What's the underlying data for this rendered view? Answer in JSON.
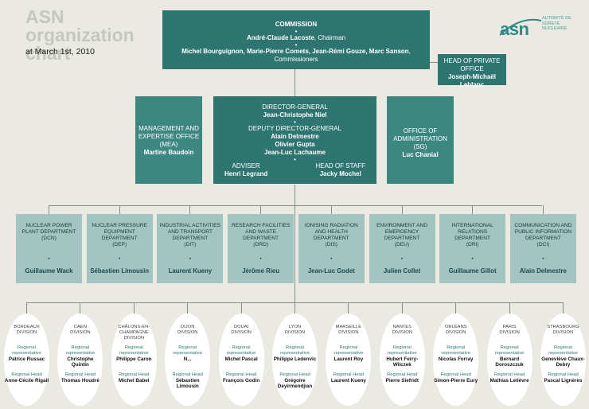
{
  "header": {
    "title": "ASN organization chart",
    "date": "at March 1st, 2010",
    "logo": {
      "wordmark": "asn",
      "tagline": "AUTORITÉ DE SÛRETÉ NUCLÉAIRE"
    }
  },
  "commission": {
    "title": "COMMISSION",
    "chairman": "André-Claude Lacoste",
    "chairman_role": ", Chairman",
    "commissioners": "Michel Bourguignon, Marie-Pierre Comets, Jean-Rémi Gouze, Marc Sanson",
    "commissioners_role": ", Commissioners"
  },
  "private_office": {
    "title": "HEAD OF PRIVATE OFFICE",
    "name": "Joseph-Michaël Leblanc"
  },
  "mea": {
    "title": "MANAGEMENT AND EXPERTISE OFFICE (MEA)",
    "name": "Martine Baudoin"
  },
  "dg": {
    "title": "DIRECTOR-GENERAL",
    "name": "Jean-Christophe Niel",
    "deputy_title": "DEPUTY DIRECTOR-GENERAL",
    "deputies": [
      "Alain Delmestre",
      "Olivier Gupta",
      "Jean-Luc Lachaume"
    ],
    "adviser_title": "ADVISER",
    "adviser_name": "Henri Legrand",
    "staff_title": "HEAD OF STAFF",
    "staff_name": "Jacky Mochel"
  },
  "sg": {
    "title": "OFFICE OF ADMINISTRATION (SG)",
    "name": "Luc Chanial"
  },
  "departments": [
    {
      "title": "NUCLEAR POWER PLANT DEPARTMENT",
      "code": "(DCN)",
      "name": "Guillaume Wack"
    },
    {
      "title": "NUCLEAR PRESSURE EQUIPMENT DEPARTMENT",
      "code": "(DEP)",
      "name": "Sébastien Limousin"
    },
    {
      "title": "INDUSTRIAL ACTIVITIES AND TRANSPORT DEPARTMENT",
      "code": "(DIT)",
      "name": "Laurent Kueny"
    },
    {
      "title": "RESEARCH FACILITIES AND WASTE DEPARTMENT",
      "code": "(DRD)",
      "name": "Jérôme Rieu"
    },
    {
      "title": "IONISING RADIATION AND HEALTH DEPARTMENT",
      "code": "(DIS)",
      "name": "Jean-Luc Godet"
    },
    {
      "title": "ENVIRONMENT AND EMERGENCY DEPARTMENT",
      "code": "(DEU)",
      "name": "Julien Collet"
    },
    {
      "title": "INTERNATIONAL RELATIONS DEPARTMENT",
      "code": "(DRI)",
      "name": "Guillaume Gillot"
    },
    {
      "title": "COMMUNICATION AND PUBLIC INFORMATION DEPARTMENT",
      "code": "(DCI)",
      "name": "Alain Delmestre"
    }
  ],
  "divisions_labels": {
    "rep": "Regional representative",
    "head": "Regional Head"
  },
  "divisions": [
    {
      "city": "BORDEAUX",
      "suffix": "DIVISION",
      "rep": "Patrice Russac",
      "head": "Anne-Cécile Rigail"
    },
    {
      "city": "CAEN",
      "suffix": "DIVISION",
      "rep": "Christophe Quintin",
      "head": "Thomas Houdré"
    },
    {
      "city": "CHÂLONS-EN-CHAMPAGNE",
      "suffix": "DIVISION",
      "rep": "Philippe Caron",
      "head": "Michel Babel"
    },
    {
      "city": "DIJON",
      "suffix": "DIVISION",
      "rep": "N...",
      "head": "Sébastien Limousin"
    },
    {
      "city": "DOUAI",
      "suffix": "DIVISION",
      "rep": "Michel Pascal",
      "head": "François Godin"
    },
    {
      "city": "LYON",
      "suffix": "DIVISION",
      "rep": "Philippe Ledenvic",
      "head": "Grégoire Deyirmendjian"
    },
    {
      "city": "MARSEILLE",
      "suffix": "DIVISION",
      "rep": "Laurent Roy",
      "head": "Laurent Kueny"
    },
    {
      "city": "NANTES",
      "suffix": "DIVISION",
      "rep": "Hubert Ferry-Wilczek",
      "head": "Pierre Siefridt"
    },
    {
      "city": "ORLÉANS",
      "suffix": "DIVISION",
      "rep": "Nicolas Forray",
      "head": "Simon-Pierre Eury"
    },
    {
      "city": "PARIS",
      "suffix": "DIVISION",
      "rep": "Bernard Doroszczuk",
      "head": "Mathias Lelièvre"
    },
    {
      "city": "STRASBOURG",
      "suffix": "DIVISION",
      "rep": "Geneviève Chaux-Debry",
      "head": "Pascal Lignères"
    }
  ]
}
